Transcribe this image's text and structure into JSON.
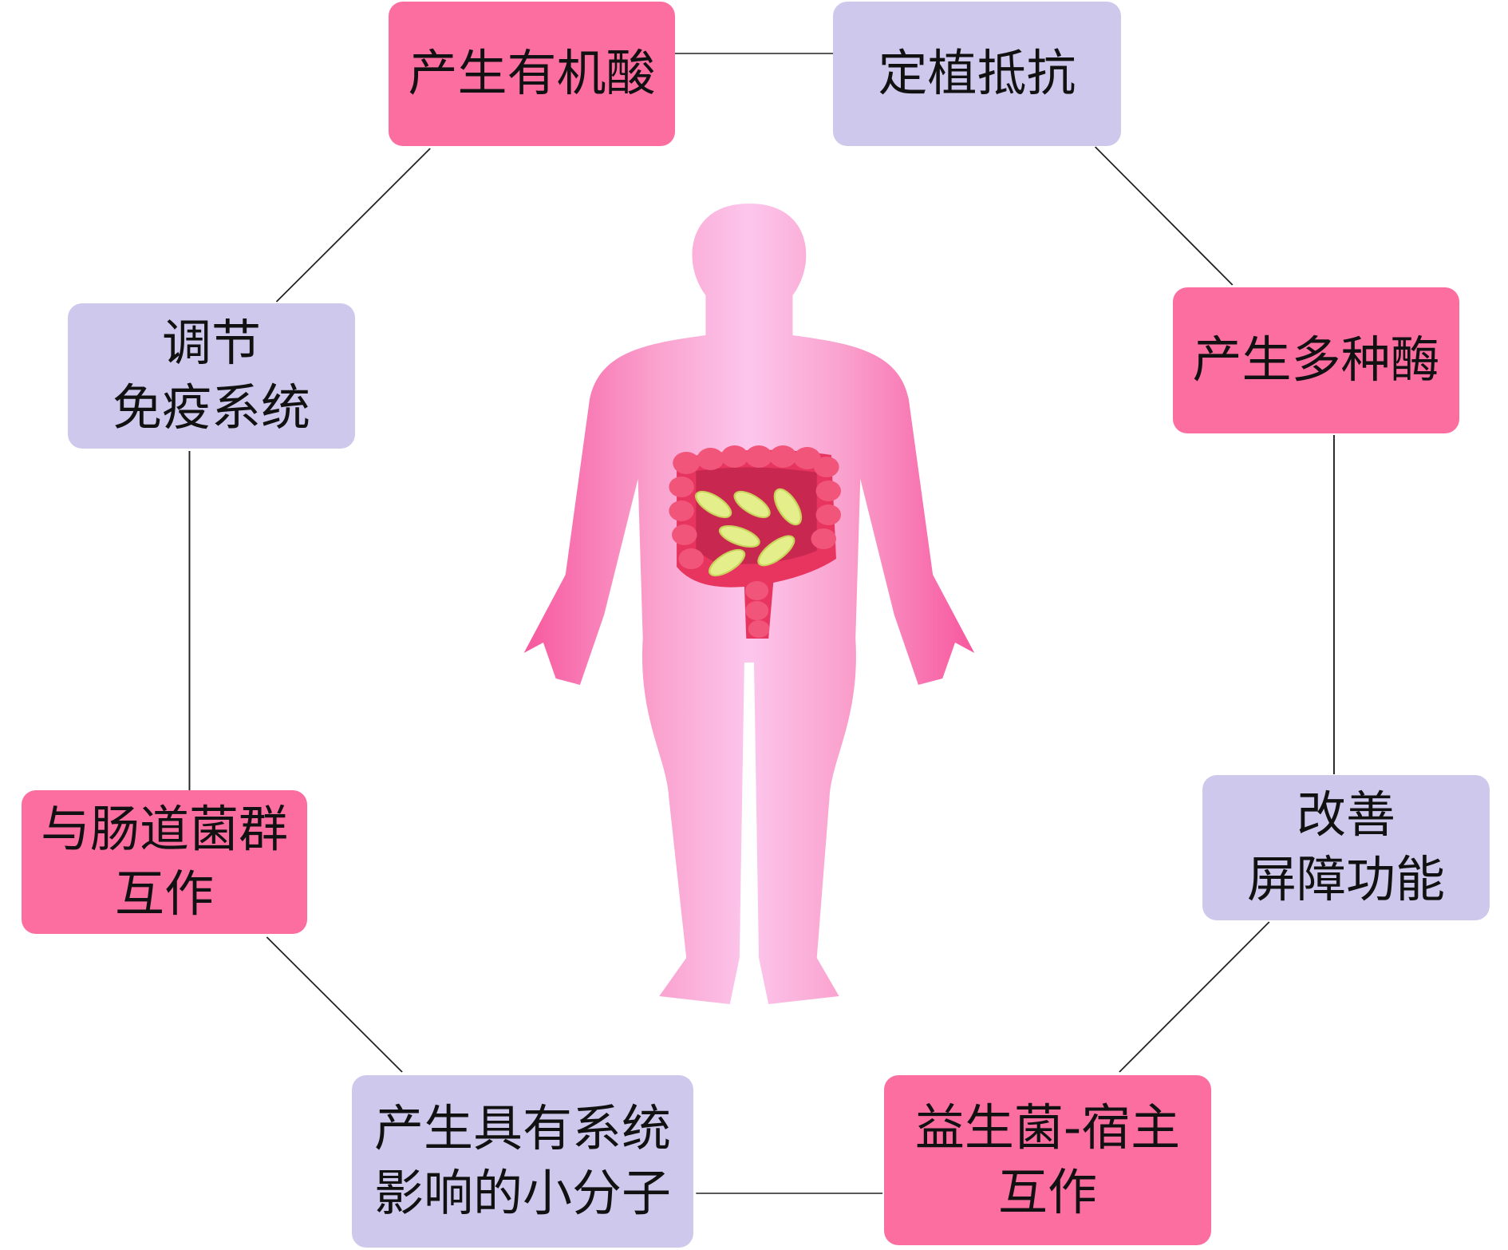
{
  "colors": {
    "pink": "#FD6EA0",
    "lavender": "#CEC9EC",
    "body": "#F9A6D0",
    "line": "#222222"
  },
  "nodes": [
    {
      "id": "organic-acids",
      "lines": [
        "产生有机酸"
      ],
      "color": "pink"
    },
    {
      "id": "colonization-resistance",
      "lines": [
        "定植抵抗"
      ],
      "color": "lavender"
    },
    {
      "id": "enzymes",
      "lines": [
        "产生多种酶"
      ],
      "color": "pink"
    },
    {
      "id": "barrier",
      "lines": [
        "改善",
        "屏障功能"
      ],
      "color": "lavender"
    },
    {
      "id": "probiotic-host",
      "lines": [
        "益生菌-宿主",
        "互作"
      ],
      "color": "pink"
    },
    {
      "id": "small-molecules",
      "lines": [
        "产生具有系统",
        "影响的小分子"
      ],
      "color": "lavender"
    },
    {
      "id": "gut-microbiota",
      "lines": [
        "与肠道菌群",
        "互作"
      ],
      "color": "pink"
    },
    {
      "id": "immune",
      "lines": [
        "调节",
        "免疫系统"
      ],
      "color": "lavender"
    }
  ]
}
